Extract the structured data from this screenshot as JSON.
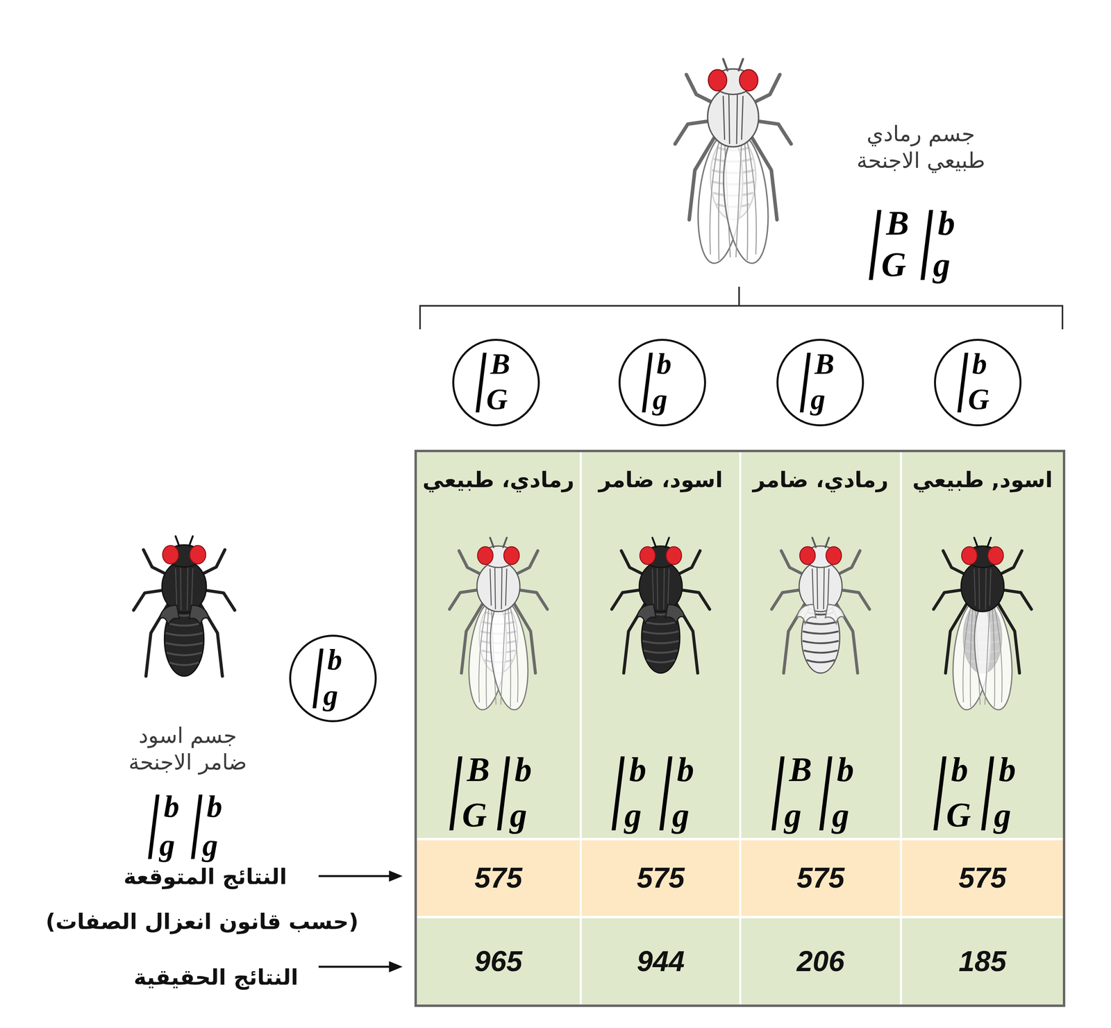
{
  "diagram": {
    "nodes": [
      {
        "text": [
          "B",
          "G"
        ]
      },
      {
        "text": [
          "b",
          "g"
        ]
      },
      {
        "text": [
          "B",
          "g"
        ]
      },
      {
        "text": [
          "b",
          "G"
        ]
      },
      {
        "text": [
          "b",
          "g"
        ]
      }
    ],
    "labels": [
      "جسم رمادي طبيعي الاجنحة",
      "B",
      "G",
      "b",
      "g",
      "رمادي، طبيعي",
      "اسود، ضامر",
      "رمادي، ضامر",
      "اسود, طبيعي",
      "B",
      "G",
      "b",
      "g",
      "b",
      "g",
      "b",
      "g",
      "B",
      "g",
      "b",
      "g",
      "b",
      "G",
      "b",
      "g",
      "جسم اسود ضامر الاجنحة",
      "b",
      "g",
      "b",
      "g",
      "النتائج المتوقعة",
      "(حسب قانون انعزال الصفات)",
      "575",
      "575",
      "575",
      "575",
      "النتائج الحقيقية",
      "965",
      "944",
      "206",
      "185"
    ]
  }
}
